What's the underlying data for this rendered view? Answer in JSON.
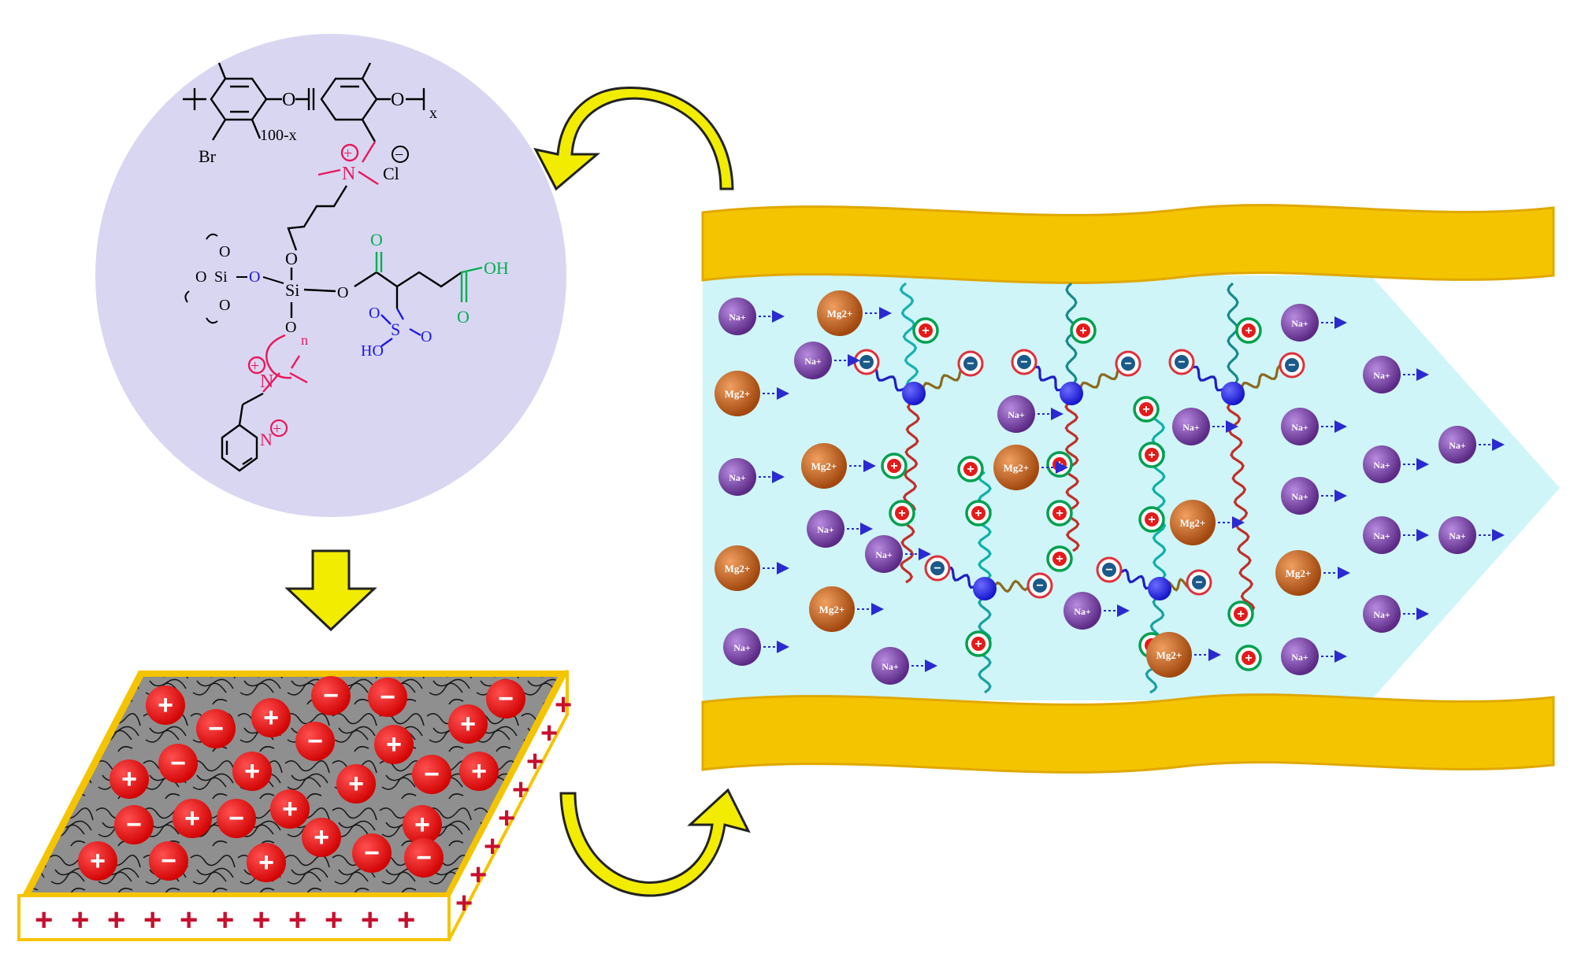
{
  "structure": {
    "bromo_label": "Br",
    "repeat_a": "100-x",
    "repeat_b": "x",
    "chloride": "Cl",
    "amine_n": "N",
    "silicon_center": "Si",
    "silicon_left": "Si",
    "oxygen": "O",
    "carbonyl_o": "O",
    "acid_oh": "OH",
    "sulfur": "S",
    "sulfonic_ho": "HO",
    "sulfonyl_o": "O",
    "spacer_n": "n",
    "pyridinium_n": "N",
    "plus": "+",
    "minus": "−"
  },
  "ions": {
    "sodium": "Na+",
    "magnesium": "Mg2+"
  },
  "membrane_signs": {
    "plus": "+",
    "minus": "−"
  },
  "colors": {
    "membrane_gold": "#F5C400",
    "channel_fill": "#CFF5F8",
    "circle_fill": "#D9D6F2",
    "arrow_yellow": "#F2EC00",
    "na_purple": "#7A3DA8",
    "mg_orange": "#C9621E",
    "charge_red": "#E50914",
    "cation_pink": "#FF1F5A",
    "acid_green": "#00B050",
    "sulfo_blue": "#1A1AE6"
  }
}
